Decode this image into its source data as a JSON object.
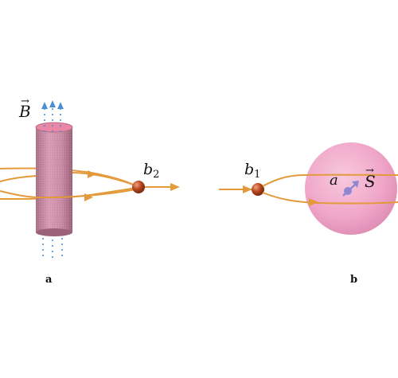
{
  "labels": {
    "B_field": "B",
    "B_field_arrow": "→",
    "b2_base": "b",
    "b2_sub": "2",
    "b1_base": "b",
    "b1_sub": "1",
    "a_label": "a",
    "S_spin": "S",
    "S_spin_arrow": "→",
    "panel_a": "a",
    "panel_b": "b"
  },
  "colors": {
    "orbit": "#e39a3b",
    "field_lines": "#4a8fd3",
    "solenoid_body": "#c9879e",
    "solenoid_top": "#ea86a6",
    "sphere": "#f0a7c9",
    "particle": "#b5441c",
    "spin": "#8d88cf"
  }
}
